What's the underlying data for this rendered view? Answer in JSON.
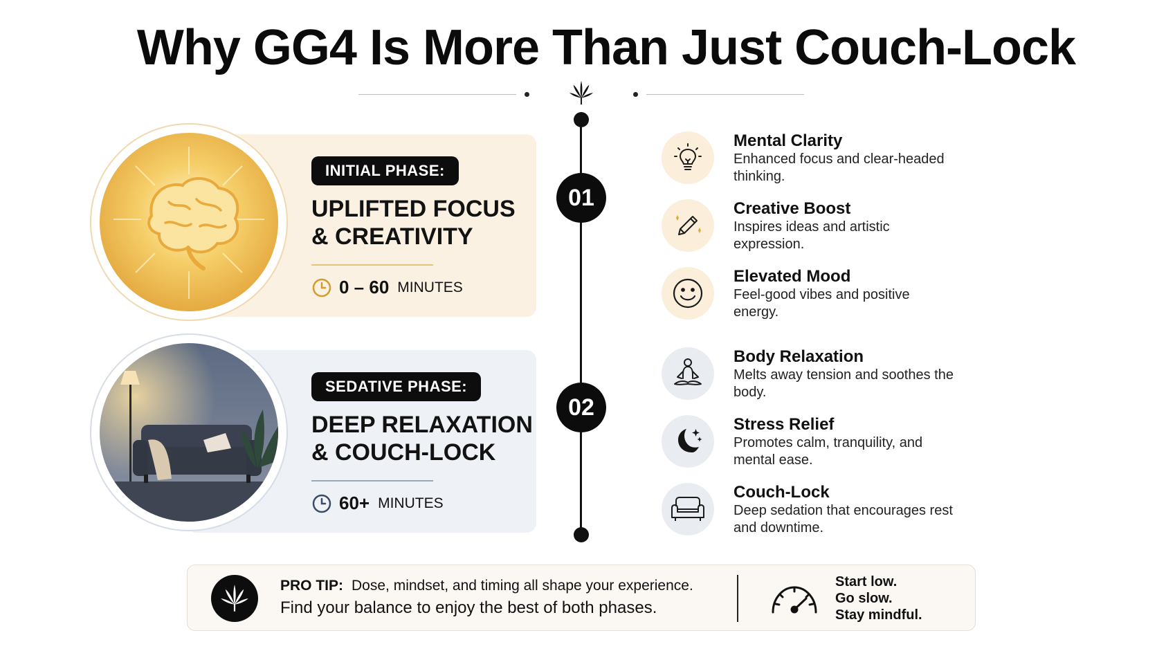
{
  "title": "Why GG4 Is More Than Just Couch-Lock",
  "timeline": {
    "step1": "01",
    "step2": "02"
  },
  "phases": [
    {
      "label": "INITIAL PHASE:",
      "title_line1": "UPLIFTED FOCUS",
      "title_line2": "& CREATIVITY",
      "duration_value": "0 – 60",
      "duration_unit": "MINUTES",
      "accent": "#e0a93a"
    },
    {
      "label": "SEDATIVE PHASE:",
      "title_line1": "DEEP RELAXATION",
      "title_line2": "& COUCH-LOCK",
      "duration_value": "60+",
      "duration_unit": "MINUTES",
      "accent": "#3a4c63"
    }
  ],
  "benefits": [
    {
      "icon": "lightbulb-icon",
      "title": "Mental Clarity",
      "desc": "Enhanced focus and clear-headed thinking."
    },
    {
      "icon": "pencil-icon",
      "title": "Creative Boost",
      "desc": "Inspires ideas and artistic expression."
    },
    {
      "icon": "smiley-icon",
      "title": "Elevated Mood",
      "desc": "Feel-good vibes and positive energy."
    },
    {
      "icon": "meditation-icon",
      "title": "Body Relaxation",
      "desc": "Melts away tension and soothes the body."
    },
    {
      "icon": "moon-icon",
      "title": "Stress Relief",
      "desc": "Promotes calm, tranquility, and mental ease."
    },
    {
      "icon": "sofa-icon",
      "title": "Couch-Lock",
      "desc": "Deep sedation that encourages rest and downtime."
    }
  ],
  "pro_tip": {
    "label": "PRO TIP:",
    "line1": "Dose, mindset, and timing all shape your experience.",
    "line2": "Find your balance to enjoy the best of both phases.",
    "mantra1": "Start low.",
    "mantra2": "Go slow.",
    "mantra3": "Stay mindful."
  },
  "colors": {
    "warm_bg": "#fbf1e2",
    "cool_bg": "#eef1f5",
    "warm_icon_bg": "#fbefdc",
    "cool_icon_bg": "#e9edf2"
  }
}
